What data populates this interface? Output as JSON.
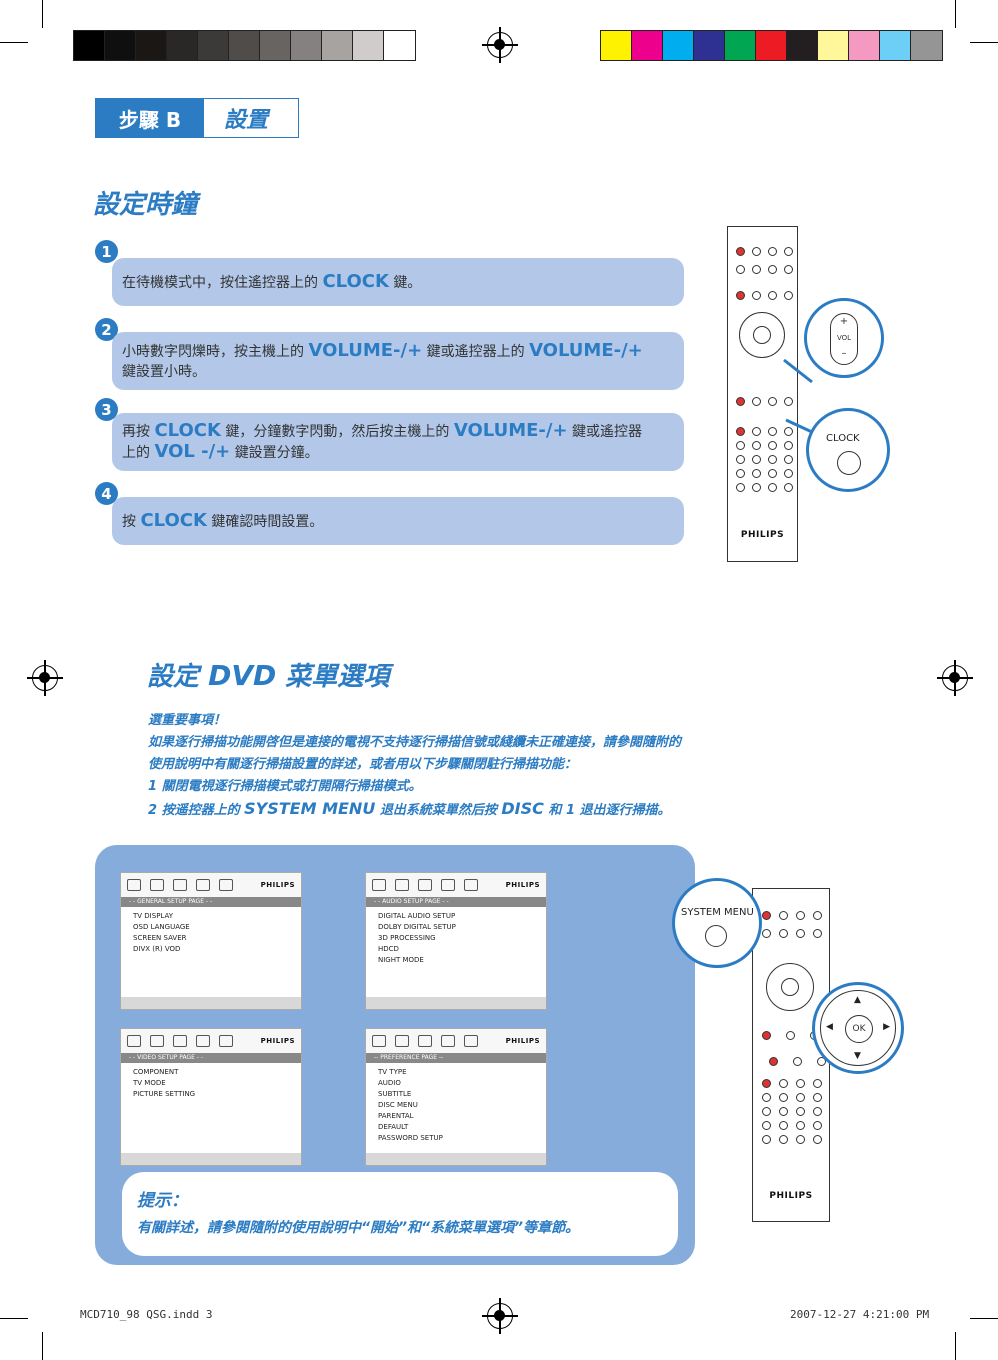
{
  "step_tab": {
    "step": "步驟 B",
    "title": "設置"
  },
  "clock_section": {
    "heading": "設定時鐘",
    "steps": [
      {
        "num": "1",
        "pre": "在待機模式中，按住遙控器上的",
        "key": "CLOCK",
        "post": "鍵。",
        "key2": "",
        "post2": "",
        "line2a": "",
        "key3": "",
        "line2b": ""
      },
      {
        "num": "2",
        "pre": "小時數字閃爍時，按主機上的",
        "key": "VOLUME-/+",
        "post": "鍵或遙控器上的",
        "key2": "VOLUME-/+",
        "post2": "",
        "line2a": "鍵設置小時。",
        "key3": "",
        "line2b": ""
      },
      {
        "num": "3",
        "pre": "再按",
        "key": "CLOCK",
        "post": "鍵，分鐘數字閃動，然后按主機上的",
        "key2": "VOLUME-/+",
        "post2": "鍵或遙控器",
        "line2a": "上的",
        "key3": "VOL -/+",
        "line2b": "鍵設置分鐘。"
      },
      {
        "num": "4",
        "pre": "按",
        "key": "CLOCK",
        "post": "鍵確認時間設置。",
        "key2": "",
        "post2": "",
        "line2a": "",
        "key3": "",
        "line2b": ""
      }
    ]
  },
  "remote1": {
    "brand": "PHILIPS",
    "vol_plus": "+",
    "vol_label": "VOL",
    "vol_minus": "–",
    "clock_label": "CLOCK"
  },
  "dvd_section": {
    "heading_a": "設定",
    "heading_b": "DVD",
    "heading_c": "菜單選項",
    "note_title": "選重要事項！",
    "note_line1": "如果逐行掃描功能開啓但是連接的電視不支持逐行掃描信號或綫纜未正確連接，請參閱隨附的",
    "note_line2": "使用說明中有關逐行掃描設置的詳述，或者用以下步驟關閉駐行掃描功能：",
    "note_line3": "1 關閉電視逐行掃描模式或打開隔行掃描模式。",
    "note_line4a": "2 按遥控器上的",
    "note_line4b": "SYSTEM MENU",
    "note_line4c": "退出系統菜單然后按",
    "note_line4d": "DISC",
    "note_line4e": "和 1 退出逐行掃描。"
  },
  "screens": [
    {
      "brand": "PHILIPS",
      "title": "- -  GENERAL  SETUP  PAGE  - -",
      "items": [
        "TV DISPLAY",
        "OSD LANGUAGE",
        "SCREEN SAVER",
        "DIVX (R) VOD"
      ]
    },
    {
      "brand": "PHILIPS",
      "title": "- -  AUDIO  SETUP  PAGE  - -",
      "items": [
        "DIGITAL AUDIO SETUP",
        "DOLBY DIGITAL SETUP",
        "3D PROCESSING",
        "HDCD",
        "NIGHT MODE"
      ]
    },
    {
      "brand": "PHILIPS",
      "title": "- -  VIDEO SETUP PAGE  - -",
      "items": [
        "COMPONENT",
        "TV MODE",
        "PICTURE SETTING"
      ]
    },
    {
      "brand": "PHILIPS",
      "title": "-- PREFERENCE PAGE --",
      "items": [
        "TV TYPE",
        "AUDIO",
        "SUBTITLE",
        "DISC MENU",
        "PARENTAL",
        "DEFAULT",
        "PASSWORD SETUP"
      ]
    }
  ],
  "remote2": {
    "brand": "PHILIPS",
    "system_menu_label": "SYSTEM MENU",
    "ok_label": "OK"
  },
  "tip": {
    "title": "提示：",
    "text": "有關詳述，請參閱隨附的使用說明中“開始”和“系統菜單選項”等章節。"
  },
  "footer": {
    "file": "MCD710_98 QSG.indd   3",
    "stamp": "2007-12-27   4:21:00 PM"
  },
  "colors": {
    "accent": "#2b7cc3",
    "step_bar": "#b3c8e9",
    "panel": "#86acdb",
    "gray_swatches": [
      "#000000",
      "#0f0f0f",
      "#1a1715",
      "#2a2826",
      "#3c3a38",
      "#504c4a",
      "#686462",
      "#858180",
      "#a7a3a1",
      "#cfcccb",
      "#ffffff"
    ],
    "color_swatches": [
      "#fff200",
      "#ec008c",
      "#00aeef",
      "#2e3192",
      "#00a651",
      "#ed1c24",
      "#231f20",
      "#fff79a",
      "#f49ac2",
      "#6dcff6",
      "#959595"
    ]
  }
}
